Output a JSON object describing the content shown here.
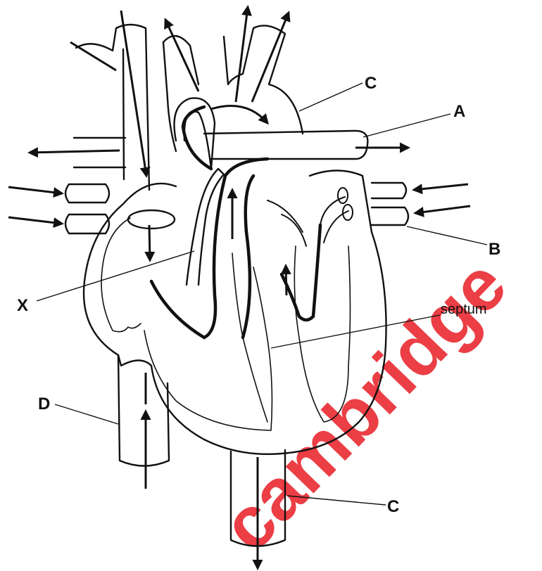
{
  "diagram": {
    "labels": {
      "A": "A",
      "B": "B",
      "C_top": "C",
      "C_bottom": "C",
      "D": "D",
      "X": "X",
      "septum": "septum"
    },
    "watermark": "cambridge",
    "colors": {
      "line": "#111111",
      "background": "#ffffff",
      "watermark": "#e8232b"
    }
  }
}
